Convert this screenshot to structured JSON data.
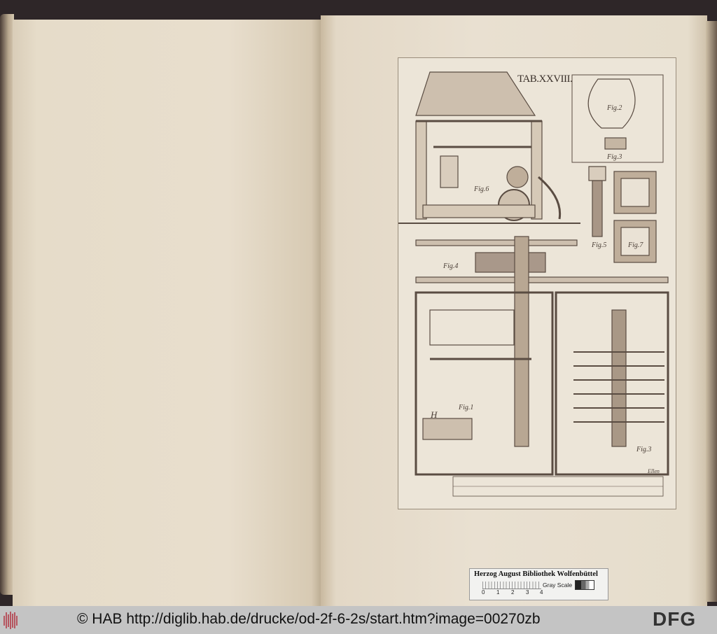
{
  "plate": {
    "title": "TAB.XXVIII.",
    "figure_labels": [
      "Fig.6",
      "Fig.2",
      "Fig.3",
      "Fig.5",
      "Fig.7",
      "Fig.4",
      "Fig.1",
      "Fig.3",
      "H",
      "Ellen"
    ]
  },
  "color_target": {
    "institution": "Herzog August Bibliothek Wolfenbüttel",
    "ruler_numbers": [
      "0",
      "1",
      "2",
      "3",
      "4"
    ],
    "gray_scale_label": "Gray Scale"
  },
  "footer": {
    "copyright_url": "© HAB http://diglib.hab.de/drucke/od-2f-6-2s/start.htm?image=00270zb",
    "dfg_logo": "DFG",
    "hab_logo_icon": "hab-barcode-logo"
  },
  "colors": {
    "paper": "#e8decd",
    "background": "#2b2426",
    "footer": "#c4c4c4",
    "ink": "#4a3e36",
    "logo_red": "#b01c2a"
  }
}
